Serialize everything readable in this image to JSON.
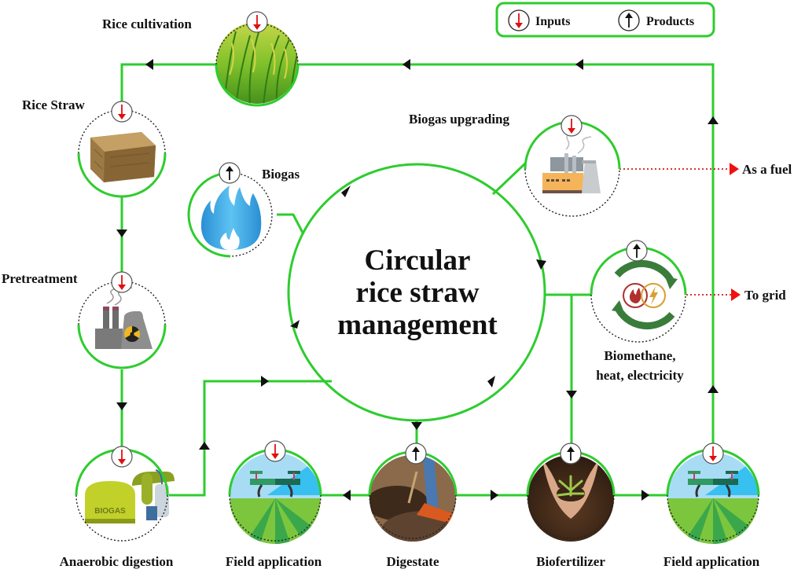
{
  "legend": {
    "inputs_label": "Inputs",
    "products_label": "Products",
    "inputs_icon": "arrow-down-icon",
    "products_icon": "arrow-up-icon"
  },
  "center": {
    "line1": "Circular",
    "line2": "rice straw",
    "line3": "management"
  },
  "nodes": {
    "rice_cultivation": {
      "label": "Rice cultivation",
      "type": "input",
      "icon": "rice-plant-icon"
    },
    "rice_straw": {
      "label": "Rice Straw",
      "type": "input",
      "icon": "straw-bale-icon"
    },
    "pretreatment": {
      "label": "Pretreatment",
      "type": "input",
      "icon": "factory-icon"
    },
    "anaerobic_digestion": {
      "label": "Anaerobic digestion",
      "type": "input",
      "icon": "biogas-tank-icon",
      "tank_text": "BIOGAS"
    },
    "field_application_1": {
      "label": "Field application",
      "type": "input",
      "icon": "drone-field-icon"
    },
    "digestate": {
      "label": "Digestate",
      "type": "product",
      "icon": "soil-shovel-icon"
    },
    "biofertilizer": {
      "label": "Biofertilizer",
      "type": "product",
      "icon": "seedling-hands-icon"
    },
    "field_application_2": {
      "label": "Field application",
      "type": "input",
      "icon": "drone-field-icon"
    },
    "biogas": {
      "label": "Biogas",
      "type": "product",
      "icon": "flame-icon"
    },
    "biogas_upgrading": {
      "label": "Biogas upgrading",
      "type": "input",
      "icon": "plant-facility-icon"
    },
    "biomethane": {
      "label_line1": "Biomethane,",
      "label_line2": "heat, electricity",
      "type": "product",
      "icon": "energy-cycle-icon"
    }
  },
  "outputs": {
    "fuel": "As a fuel",
    "grid": "To grid"
  },
  "colors": {
    "flow_line": "#2ecc2e",
    "input_arrow": "#e01010",
    "product_arrow": "#111111",
    "output_arrow": "#ee1111"
  }
}
